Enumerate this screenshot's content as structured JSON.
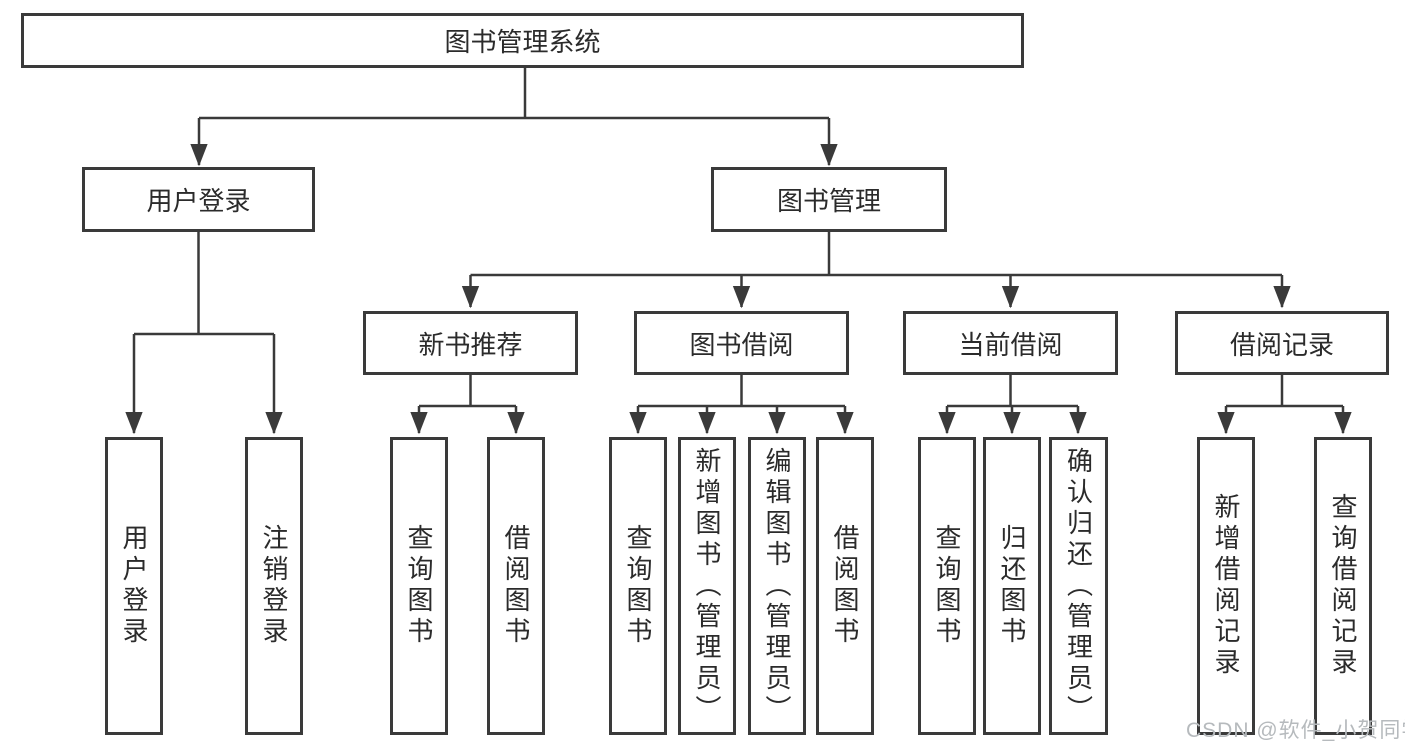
{
  "diagram": {
    "root": {
      "label": "图书管理系统"
    },
    "level2": [
      {
        "label": "用户登录"
      },
      {
        "label": "图书管理"
      }
    ],
    "level3": [
      {
        "label": "新书推荐"
      },
      {
        "label": "图书借阅"
      },
      {
        "label": "当前借阅"
      },
      {
        "label": "借阅记录"
      }
    ],
    "leaves": {
      "user_login": [
        {
          "label": "用户登录"
        },
        {
          "label": "注销登录"
        }
      ],
      "new_books": [
        {
          "label": "查询图书"
        },
        {
          "label": "借阅图书"
        }
      ],
      "book_borrow": [
        {
          "label": "查询图书"
        },
        {
          "label": "新增图书（管理员）"
        },
        {
          "label": "编辑图书（管理员）"
        },
        {
          "label": "借阅图书"
        }
      ],
      "current_borrow": [
        {
          "label": "查询图书"
        },
        {
          "label": "归还图书"
        },
        {
          "label": "确认归还（管理员）"
        }
      ],
      "borrow_records": [
        {
          "label": "新增借阅记录"
        },
        {
          "label": "查询借阅记录"
        }
      ]
    }
  },
  "watermark": {
    "text": "CSDN @软件_小贺同学"
  },
  "colors": {
    "line": "#3a3a3a",
    "text": "#2b2b2b",
    "watermark": "#b6babd",
    "background": "#ffffff"
  }
}
